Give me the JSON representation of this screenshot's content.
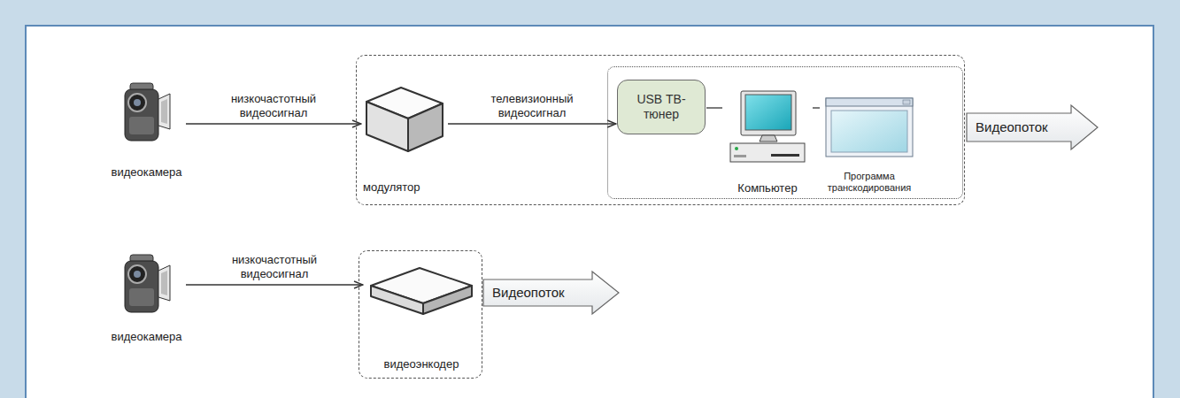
{
  "diagram": {
    "nodes": [
      {
        "text": [
          "видеокамера"
        ]
      },
      {
        "text": []
      },
      {
        "text": [
          "модулятор"
        ],
        "in": 1
      },
      {
        "text": [],
        "in": 1
      },
      {
        "text": [
          "USB ТВ-тюнер"
        ],
        "in": 3
      },
      {
        "text": [
          "Компьютер"
        ],
        "in": 3
      },
      {
        "text": [
          "Программа транскодирования"
        ],
        "in": 3
      },
      {
        "text": [
          "Видеопоток"
        ]
      },
      {
        "text": [
          "видеокамера"
        ]
      },
      {
        "text": []
      },
      {
        "text": [
          "видеоэнкодер"
        ],
        "in": 9
      },
      {
        "text": [
          "Видеопоток"
        ]
      }
    ],
    "edges": [
      {
        "from": 0,
        "to": 2,
        "arrow": "to",
        "label": "низкочастотный видеосигнал"
      },
      {
        "from": 2,
        "to": 4,
        "arrow": "to",
        "label": "телевизионный видеосигнал"
      },
      {
        "from": 4,
        "to": 5,
        "arrow": "none"
      },
      {
        "from": 5,
        "to": 6,
        "arrow": "none"
      },
      {
        "from": 8,
        "to": 10,
        "arrow": "to",
        "label": "низкочастотный видеосигнал"
      }
    ]
  }
}
